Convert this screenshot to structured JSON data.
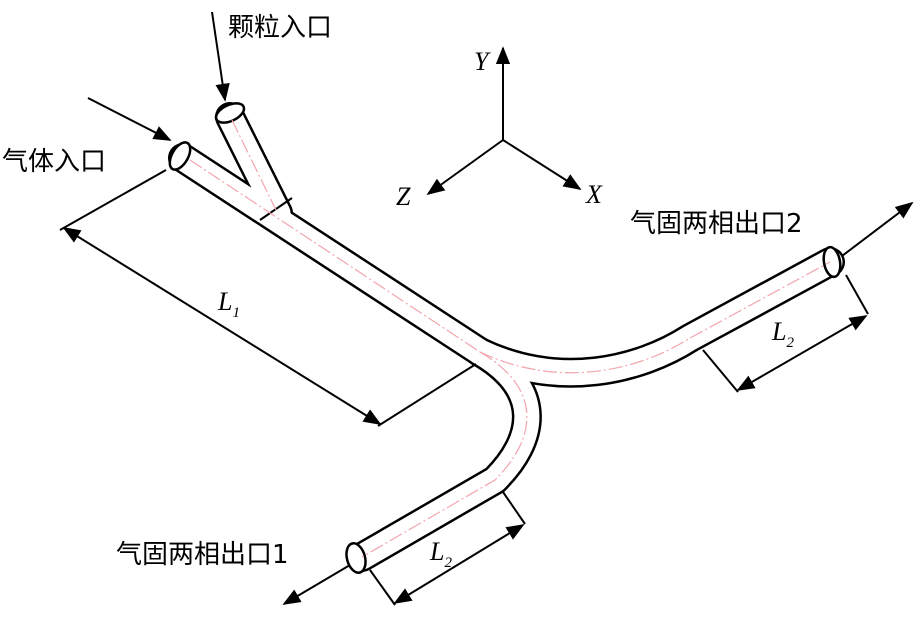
{
  "labels": {
    "particle_inlet": "颗粒入口",
    "gas_inlet": "气体入口",
    "outlet_2": "气固两相出口2",
    "outlet_1": "气固两相出口1"
  },
  "axes": {
    "y": "Y",
    "z": "Z",
    "x": "X"
  },
  "dimensions": {
    "l1": {
      "letter": "L",
      "subscript": "1"
    },
    "l2_upper": {
      "letter": "L",
      "subscript": "2"
    },
    "l2_lower": {
      "letter": "L",
      "subscript": "2"
    }
  },
  "colors": {
    "outline": "#000000",
    "centerline": "#f2a5ad",
    "background": "#ffffff"
  }
}
